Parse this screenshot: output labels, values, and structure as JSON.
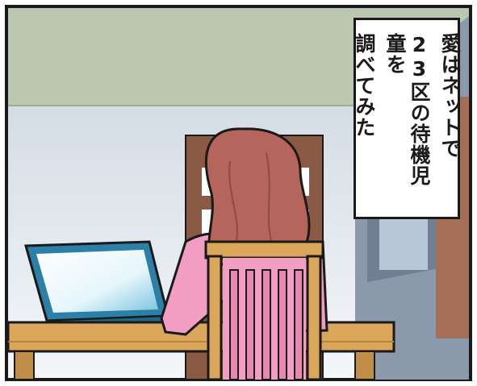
{
  "caption": {
    "lines": [
      "愛はネットで",
      "23区の待機児童を",
      "調べてみた"
    ]
  },
  "colors": {
    "wall_upper": "#bcc7b0",
    "wall_lower": "#dfe6ec",
    "hair": "#b5655c",
    "sweater": "#f29ec2",
    "chair": "#d9a65a",
    "desk": "#d9a65a",
    "laptop_frame": "#2c7fa6",
    "laptop_screen": "#ffffff",
    "door": "#8a5a45",
    "outline": "#1a1a1a"
  }
}
